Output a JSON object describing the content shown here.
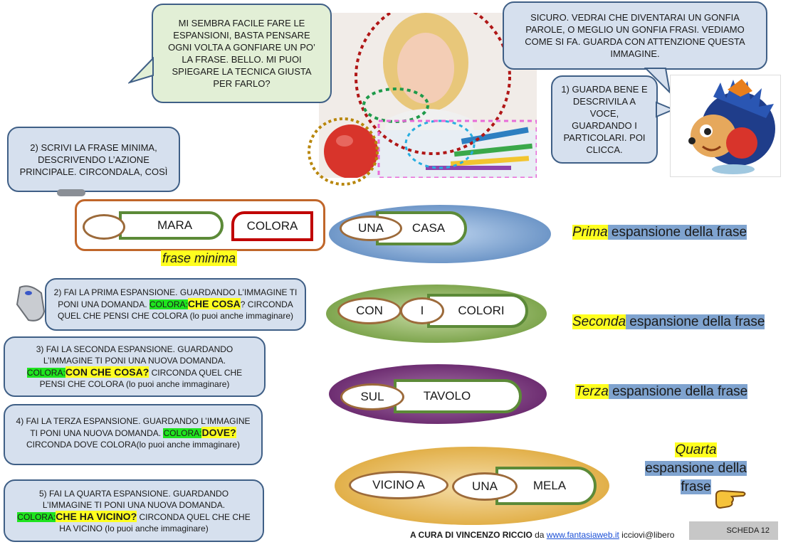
{
  "bubbles": {
    "girl_question": "MI SEMBRA FACILE FARE LE ESPANSIONI, BASTA PENSARE OGNI VOLTA A GONFIARE UN PO’ LA FRASE. BELLO. MI PUOI SPIEGARE LA TECNICA GIUSTA PER FARLO?",
    "answer": "SICURO. VEDRAI CHE DIVENTARAI UN GONFIA PAROLE, O MEGLIO UN GONFIA FRASI.  VEDIAMO COME SI FA. GUARDA CON ATTENZIONE QUESTA IMMAGINE.",
    "step1": "1) GUARDA BENE E DESCRIVILA A VOCE, GUARDANDO I PARTICOLARI. POI CLICCA.",
    "step2": "2) SCRIVI LA FRASE MINIMA, DESCRIVENDO L’AZIONE PRINCIPALE. CIRCONDALA, COSÌ"
  },
  "instructions": [
    {
      "pre": "2) FAI LA PRIMA ESPANSIONE. GUARDANDO L’IMMAGINE TI PONI UNA DOMANDA. ",
      "tag": "COLORA:",
      "q": "CHE COSA",
      "post": "? CIRCONDA QUEL CHE PENSI CHE COLORA (lo puoi anche immaginare)"
    },
    {
      "pre": "3) FAI LA SECONDA ESPANSIONE. GUARDANDO L’IMMAGINE TI PONI UNA NUOVA DOMANDA. ",
      "tag": "COLORA:",
      "q": "CON CHE COSA?",
      "post": " CIRCONDA QUEL CHE PENSI CHE COLORA (lo puoi anche immaginare)"
    },
    {
      "pre": "4) FAI LA TERZA ESPANSIONE. GUARDANDO L’IMMAGINE TI PONI UNA NUOVA DOMANDA. ",
      "tag": "COLORA:",
      "q": "DOVE?",
      "post": " CIRCONDA DOVE COLORA(lo puoi anche immaginare)"
    },
    {
      "pre": "5) FAI LA QUARTA ESPANSIONE. GUARDANDO L’IMMAGINE TI PONI UNA NUOVA DOMANDA. ",
      "tag": "COLORA:",
      "q": "CHE HA VICINO?",
      "post": " CIRCONDA QUEL CHE CHE HA VICINO (lo puoi anche immaginare)"
    }
  ],
  "minimal": {
    "subject": "MARA",
    "verb": "COLORA",
    "caption": "frase minima"
  },
  "expansions": [
    {
      "words": [
        "UNA",
        "CASA"
      ],
      "label_word": "Prima",
      "label_rest": " espansione della frase"
    },
    {
      "words": [
        "CON",
        "I",
        "COLORI"
      ],
      "label_word": "Seconda",
      "label_rest": " espansione della frase"
    },
    {
      "words": [
        "SUL",
        "TAVOLO"
      ],
      "label_word": "Terza",
      "label_rest": " espansione della frase"
    },
    {
      "words": [
        "VICINO A",
        "UNA",
        "MELA"
      ],
      "label_word": "Quarta ",
      "label_rest": "espansione della frase"
    }
  ],
  "footer": {
    "credit": "A CURA DI VINCENZO RICCIO",
    "da": " da ",
    "link": "www.fantasiaweb.it",
    "email": " icciovi@libero",
    "scheda": "SCHEDA 12"
  },
  "colors": {
    "blue_leaf": "#6f97c8",
    "green_leaf": "#7fa64f",
    "purple_leaf": "#6e2e72",
    "gold_leaf": "#e2b04a",
    "subject_green": "#5c8a38",
    "verb_red": "#c00000",
    "frame_orange": "#c0662a"
  },
  "icons": [
    "mouse-icon",
    "hedgehog-illustration",
    "pointing-hand-icon",
    "girl-photo"
  ]
}
